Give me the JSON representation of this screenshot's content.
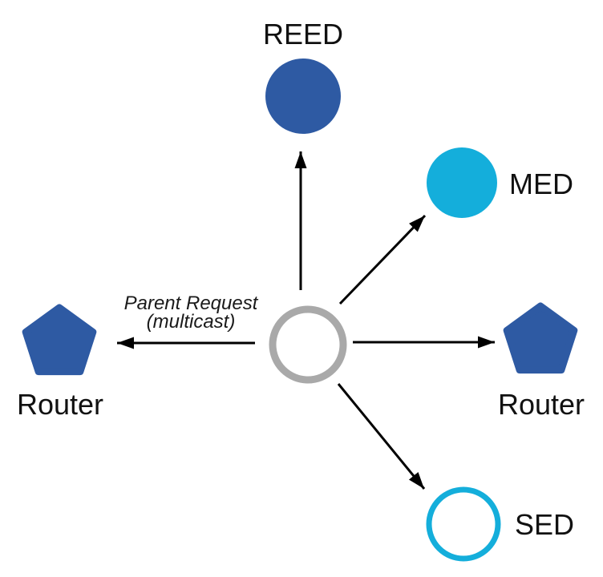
{
  "diagram": {
    "type": "network-topology",
    "annotation": {
      "line1": "Parent Request",
      "line2": "(multicast)"
    },
    "nodes": {
      "reed": {
        "label": "REED",
        "shape": "circle",
        "style": "filled-navy"
      },
      "med": {
        "label": "MED",
        "shape": "circle",
        "style": "filled-cyan"
      },
      "router_left": {
        "label": "Router",
        "shape": "pentagon",
        "style": "filled-navy"
      },
      "router_right": {
        "label": "Router",
        "shape": "pentagon",
        "style": "filled-navy"
      },
      "sed": {
        "label": "SED",
        "shape": "circle",
        "style": "outline-cyan"
      },
      "center": {
        "label": "",
        "shape": "circle",
        "style": "outline-gray"
      }
    },
    "edges": [
      {
        "from": "center",
        "to": "reed"
      },
      {
        "from": "center",
        "to": "med"
      },
      {
        "from": "center",
        "to": "router_left",
        "label": "Parent Request (multicast)"
      },
      {
        "from": "center",
        "to": "router_right"
      },
      {
        "from": "center",
        "to": "sed"
      }
    ],
    "colors": {
      "navy": "#2e5aa3",
      "cyan": "#14aedb",
      "gray": "#a9a9a9",
      "arrow": "#000000",
      "text": "#111111",
      "background": "#ffffff"
    }
  }
}
